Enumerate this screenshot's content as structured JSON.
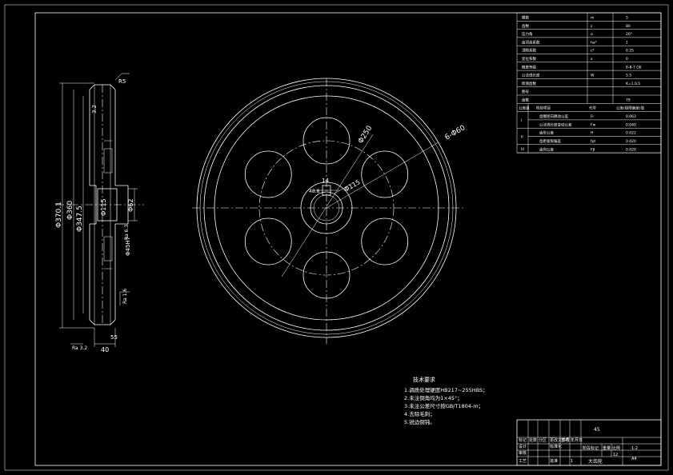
{
  "params": {
    "rows": [
      {
        "name": "模数",
        "sym": "m",
        "val": "5"
      },
      {
        "name": "齿数",
        "sym": "z",
        "val": "80"
      },
      {
        "name": "压力角",
        "sym": "α",
        "val": "20°"
      },
      {
        "name": "齿顶高系数",
        "sym": "ha*",
        "val": "1"
      },
      {
        "name": "顶隙系数",
        "sym": "c*",
        "val": "0.25"
      },
      {
        "name": "变位系数",
        "sym": "x",
        "val": "0"
      },
      {
        "name": "精度等级",
        "sym": "",
        "val": "8-8-7 GK"
      },
      {
        "name": "公法线长度",
        "sym": "W",
        "val": "5.5"
      },
      {
        "name": "跨测齿数",
        "sym": "",
        "val": "K=1.0.5"
      },
      {
        "name": "图号",
        "sym": "",
        "val": ""
      },
      {
        "name": "齿数",
        "sym": "",
        "val": "79"
      }
    ],
    "groups": [
      {
        "label": "I",
        "items": [
          {
            "name": "齿圈径向跳动公差",
            "sym": "Fr",
            "val": "0.063"
          },
          {
            "name": "公法线长度变动公差",
            "sym": "Fw",
            "val": "0.040"
          }
        ]
      },
      {
        "label": "II",
        "items": [
          {
            "name": "齿形公差",
            "sym": "ff",
            "val": "0.022"
          },
          {
            "name": "齿距极限偏差",
            "sym": "fpt",
            "val": "0.020"
          }
        ]
      },
      {
        "label": "III",
        "items": [
          {
            "name": "齿向公差",
            "sym": "Fβ",
            "val": "0.020"
          }
        ]
      }
    ],
    "group_header": "公差组",
    "group_header2": "检验项目",
    "group_header3": "代号",
    "group_header4": "公差(极限偏差)值"
  },
  "side_view": {
    "dims": [
      "Φ370.1",
      "Φ360",
      "Φ347.5",
      "Φ62",
      "Φ115",
      "40",
      "55",
      "R5",
      "Φ45H7",
      "3.2"
    ],
    "dims_small": [
      "Ra 3.2",
      "Ra 6.3",
      "Ra 1.6"
    ]
  },
  "front_view": {
    "labels": [
      "Φ250",
      "6-Φ60",
      "Φ115",
      "14",
      "48.8"
    ]
  },
  "notes": {
    "title": "技术要求",
    "items": [
      "1.调质处理硬度HB217~255HBS；",
      "2.未注倒角均为1×45°；",
      "3.未注公差尺寸按GB/T1804-m；",
      "4.去除毛刺；",
      "5.锐边倒钝。"
    ]
  },
  "title_block": {
    "material": "45",
    "part_name": "大齿轮",
    "scale": "1:2",
    "sheet": "1",
    "row_labels": [
      "标记",
      "设计",
      "审核",
      "工艺"
    ],
    "col_labels": [
      "处数",
      "分区",
      "更改文件号",
      "签名",
      "年月日"
    ],
    "extra": [
      "标准化",
      "批准",
      "阶段标记",
      "重量",
      "比例"
    ],
    "weight": "12",
    "code": "A4"
  }
}
